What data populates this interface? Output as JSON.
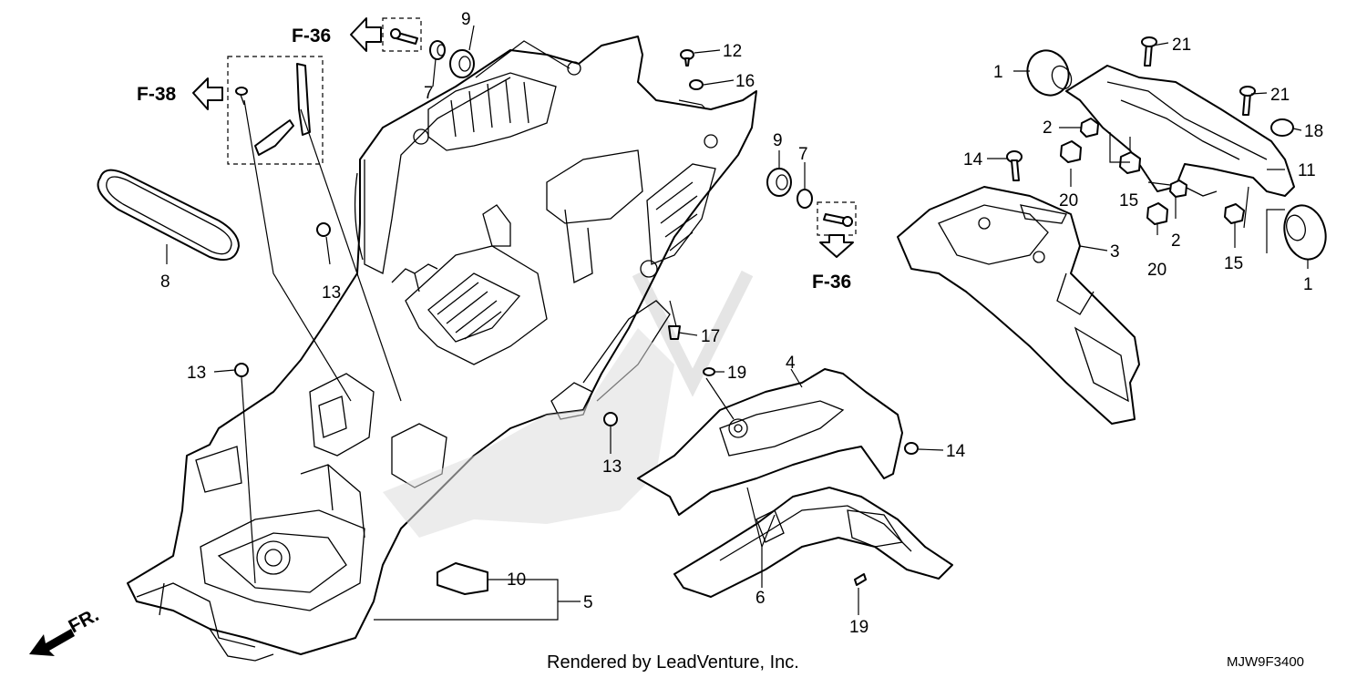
{
  "labels": {
    "n1a": "1",
    "n1b": "1",
    "n2a": "2",
    "n2b": "2",
    "n3": "3",
    "n4": "4",
    "n5": "5",
    "n6": "6",
    "n7a": "7",
    "n7b": "7",
    "n8": "8",
    "n9a": "9",
    "n9b": "9",
    "n10": "10",
    "n11": "11",
    "n12": "12",
    "n13a": "13",
    "n13b": "13",
    "n13c": "13",
    "n14a": "14",
    "n14b": "14",
    "n15a": "15",
    "n15b": "15",
    "n16": "16",
    "n17": "17",
    "n18": "18",
    "n19a": "19",
    "n19b": "19",
    "n20a": "20",
    "n20b": "20",
    "n21a": "21",
    "n21b": "21"
  },
  "refs": {
    "f36_top": "F-36",
    "f38": "F-38",
    "f36_right": "F-36",
    "front": "FR."
  },
  "footer": {
    "credit": "Rendered by LeadVenture, Inc.",
    "code": "MJW9F3400"
  }
}
